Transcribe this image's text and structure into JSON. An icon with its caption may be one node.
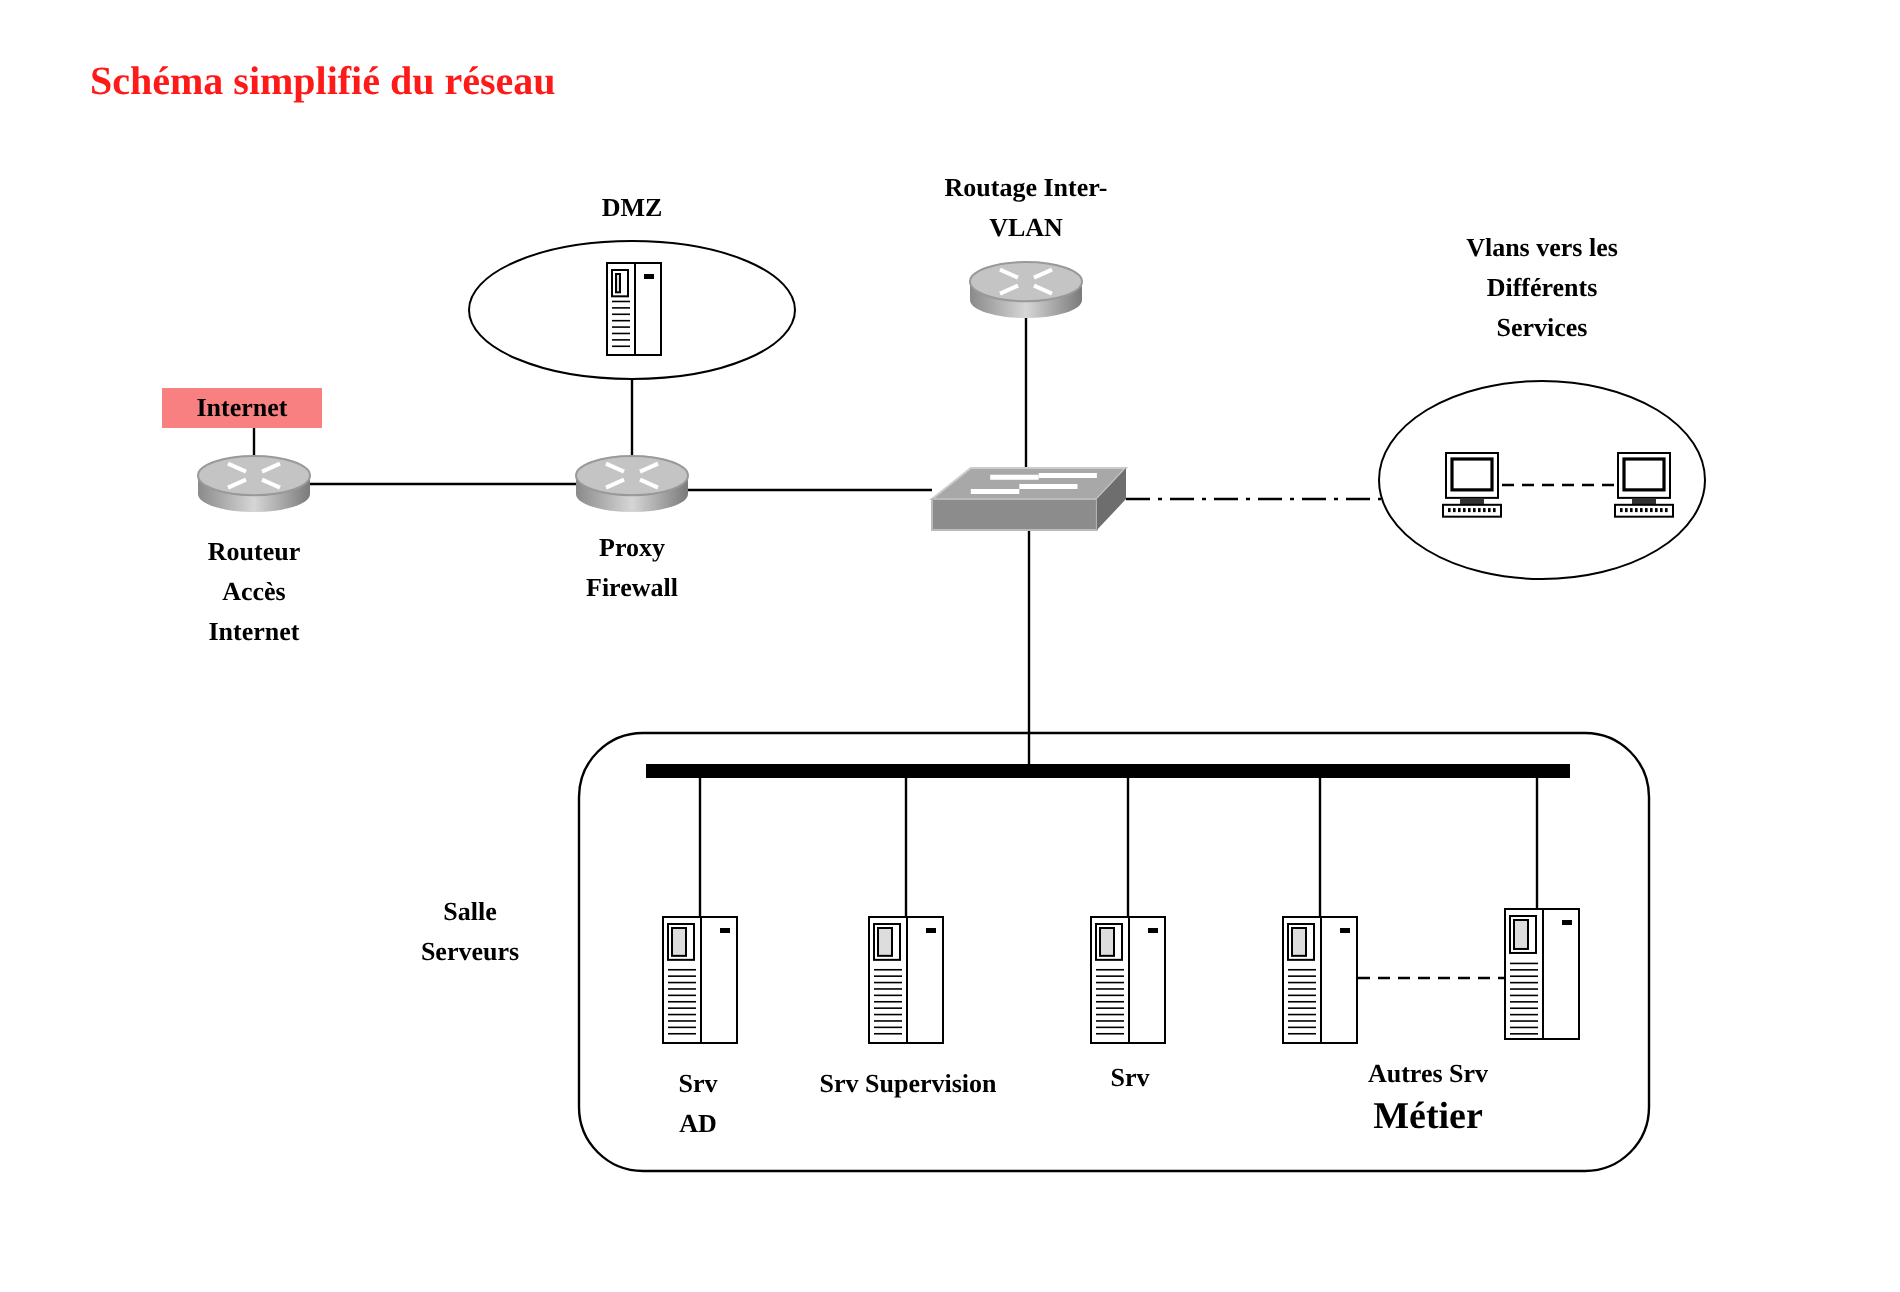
{
  "diagram": {
    "title": "Schéma simplifié du réseau",
    "nodes": [
      {
        "text": [
          "Internet"
        ]
      },
      {
        "text": [],
        "shape": "router",
        "beside": [
          "Routeur Accès Internet"
        ]
      },
      {
        "text": [],
        "shape": "ellipse",
        "beside": [
          "DMZ"
        ]
      },
      {
        "text": [],
        "shape": "server",
        "in": 2
      },
      {
        "text": [],
        "shape": "router",
        "beside": [
          "Proxy Firewall"
        ]
      },
      {
        "text": [],
        "shape": "router",
        "beside": [
          "Routage Inter-VLAN"
        ]
      },
      {
        "text": [],
        "shape": "switch"
      },
      {
        "text": [],
        "shape": "ellipse",
        "beside": [
          "Vlans vers les Différents Services"
        ]
      },
      {
        "text": [],
        "shape": "computer",
        "in": 7
      },
      {
        "text": [],
        "shape": "computer",
        "in": 7
      },
      {
        "text": [],
        "shape": "box",
        "beside": [
          "Salle Serveurs"
        ]
      },
      {
        "text": [],
        "shape": "bar",
        "in": 10
      },
      {
        "text": [],
        "shape": "server",
        "in": 10,
        "beside": [
          "Srv AD"
        ]
      },
      {
        "text": [],
        "shape": "server",
        "in": 10,
        "beside": [
          "Srv Supervision"
        ]
      },
      {
        "text": [],
        "shape": "server",
        "in": 10,
        "beside": [
          "Srv"
        ]
      },
      {
        "text": [],
        "shape": "server",
        "in": 10
      },
      {
        "text": [],
        "shape": "server",
        "in": 10
      }
    ],
    "edges": [
      {
        "from": 0,
        "to": 1,
        "arrow": "none"
      },
      {
        "from": 1,
        "to": 4,
        "arrow": "none"
      },
      {
        "from": 4,
        "to": 2,
        "arrow": "none"
      },
      {
        "from": 4,
        "to": 6,
        "arrow": "none"
      },
      {
        "from": 5,
        "to": 6,
        "arrow": "none"
      },
      {
        "from": 6,
        "to": 7,
        "arrow": "none",
        "style": "dashed"
      },
      {
        "from": 8,
        "to": 9,
        "arrow": "none",
        "style": "dashed"
      },
      {
        "from": 6,
        "to": 11,
        "arrow": "none"
      },
      {
        "from": 11,
        "to": 12,
        "arrow": "none"
      },
      {
        "from": 11,
        "to": 13,
        "arrow": "none"
      },
      {
        "from": 11,
        "to": 14,
        "arrow": "none"
      },
      {
        "from": 11,
        "to": 15,
        "arrow": "none"
      },
      {
        "from": 11,
        "to": 16,
        "arrow": "none"
      },
      {
        "from": 15,
        "to": 16,
        "arrow": "none",
        "style": "dashed"
      }
    ],
    "labels": [
      "Autres Srv",
      "Métier"
    ]
  }
}
